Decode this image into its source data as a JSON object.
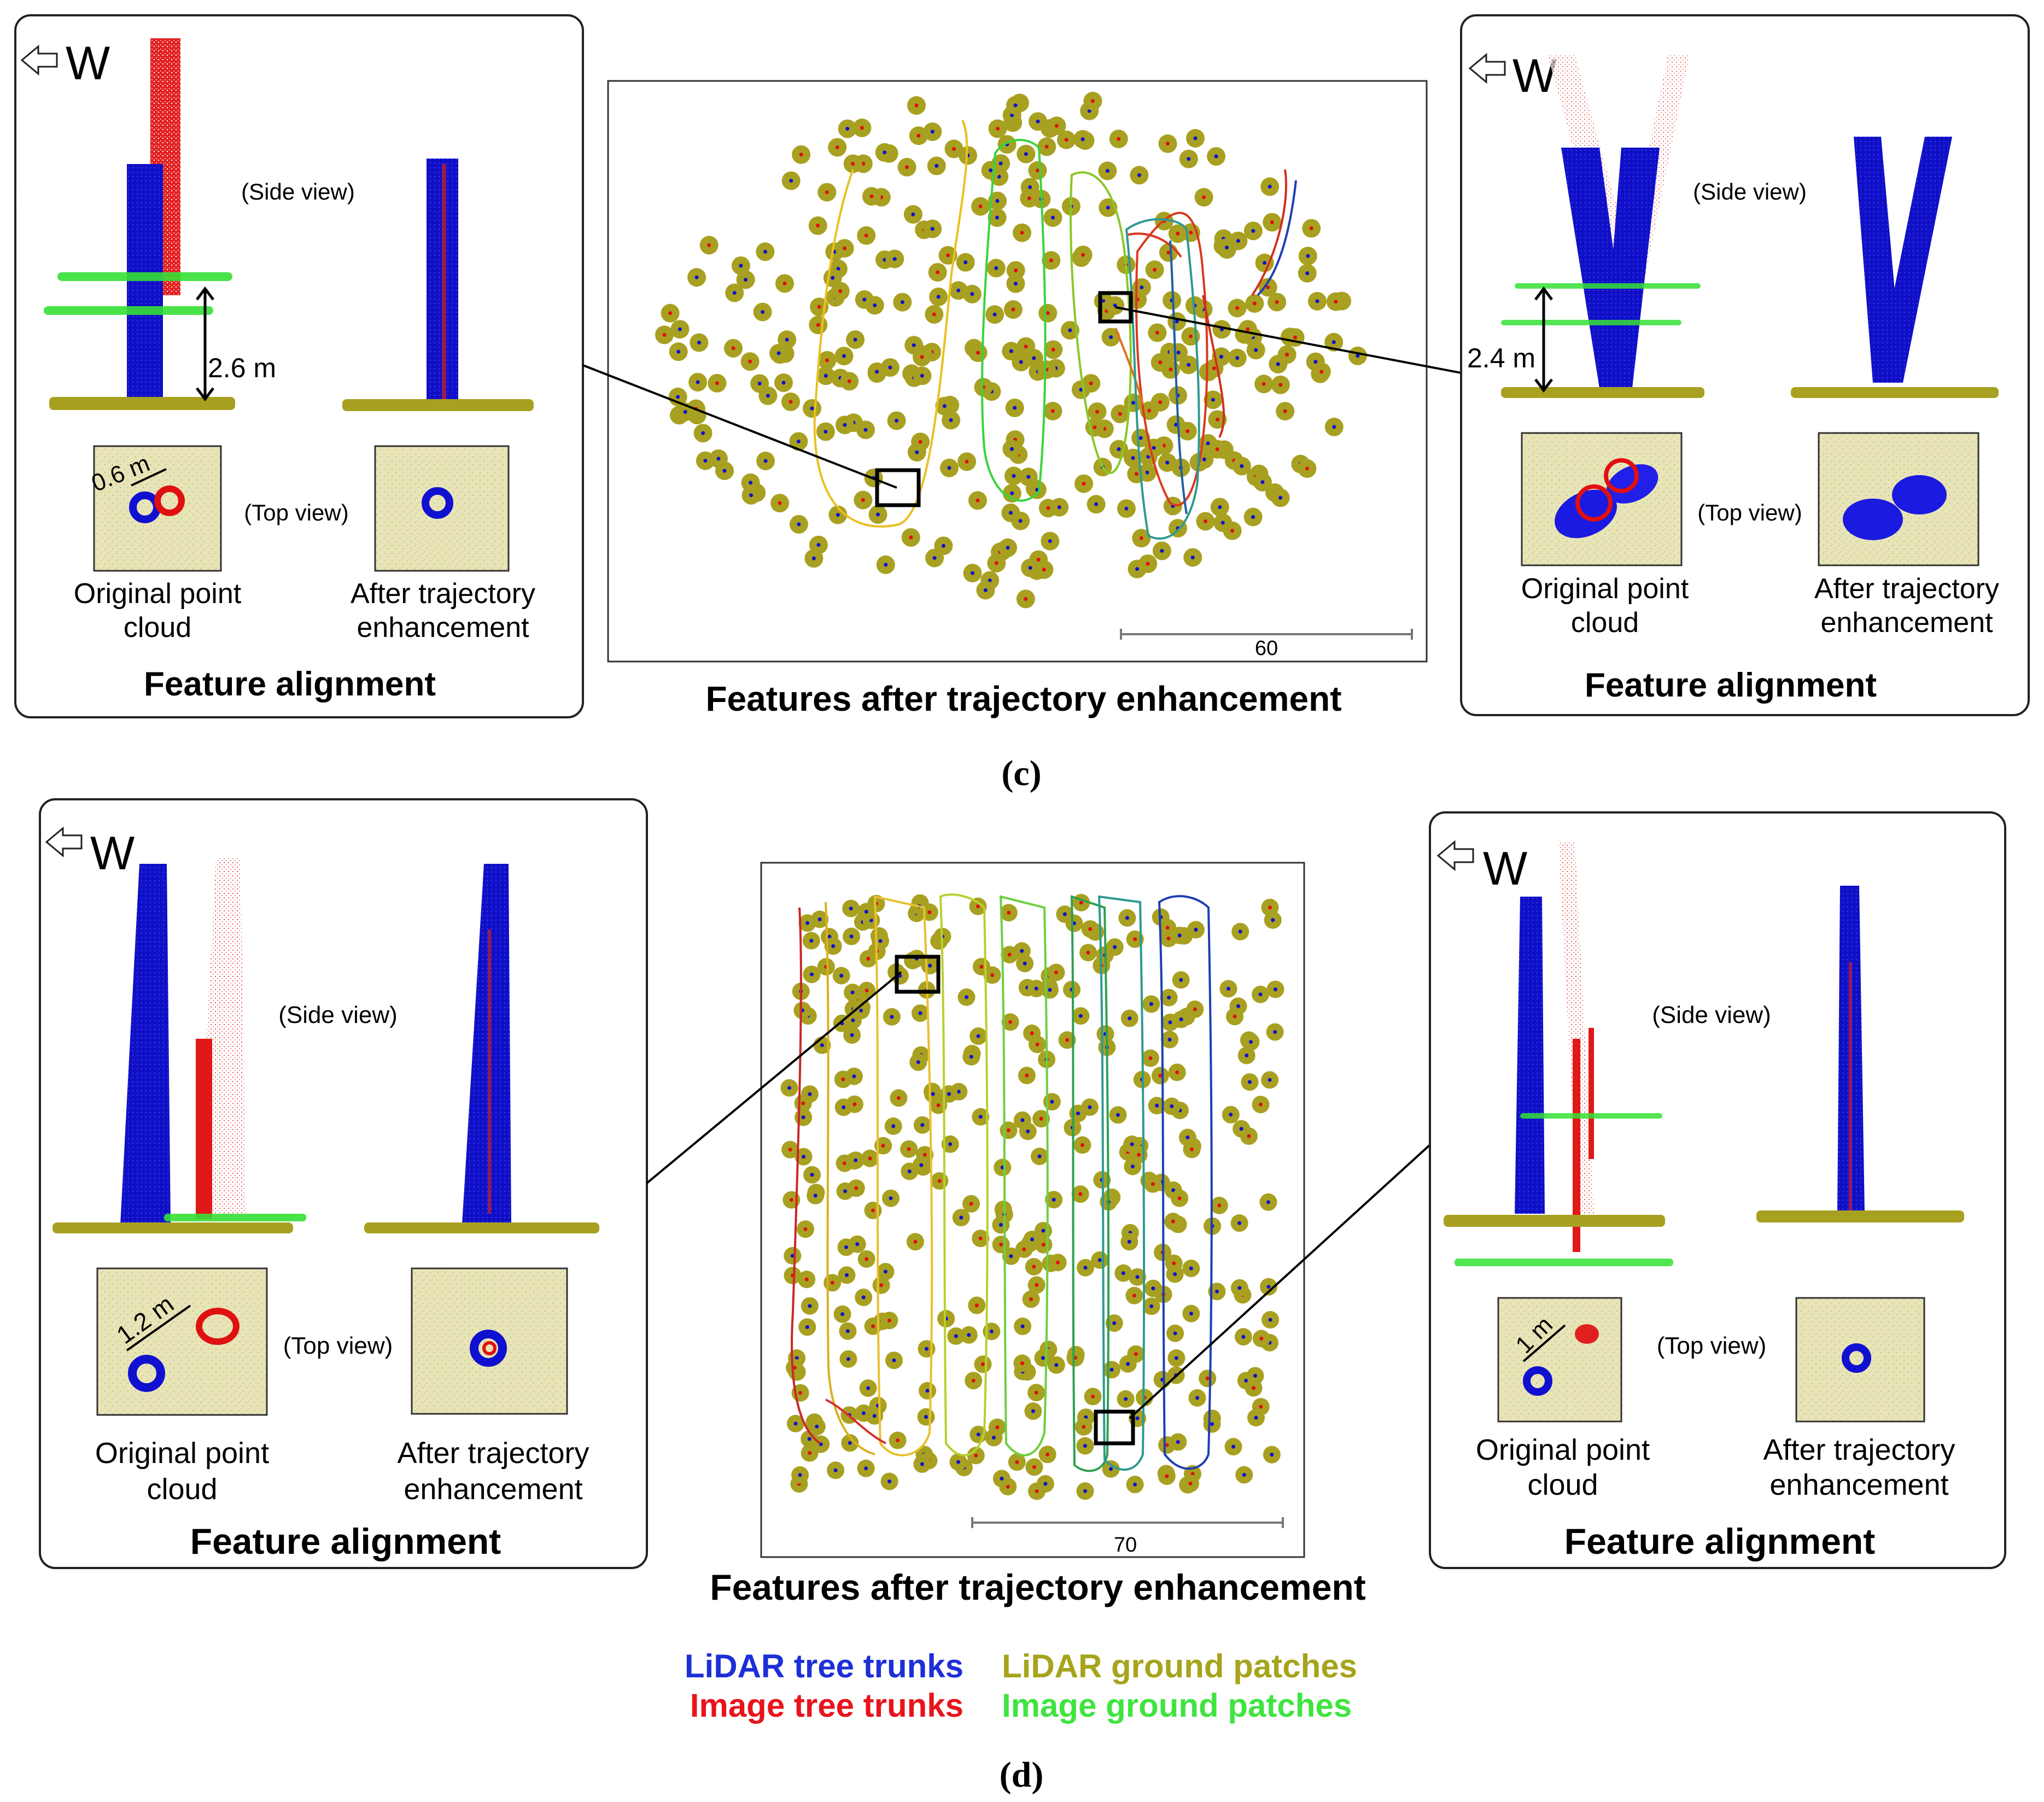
{
  "colors": {
    "lidar_trunk": "#1010d0",
    "image_trunk": "#e01010",
    "lidar_ground": "#a8a020",
    "image_ground": "#30e030",
    "lidar_trunk_text": "#1d2fd6",
    "image_trunk_text": "#e8141b",
    "lidar_ground_text": "#a6a41c",
    "image_ground_text": "#3fe43f",
    "patch_bg": "#e9e4b8",
    "scalebar": "#777777"
  },
  "compass_letter": "W",
  "side_view": "(Side view)",
  "top_view": "(Top view)",
  "original_label": [
    "Original point",
    "cloud"
  ],
  "after_label": [
    "After trajectory",
    "enhancement"
  ],
  "panel_title": "Feature alignment",
  "map_title": "Features after trajectory enhancement",
  "sections": [
    {
      "label": "(c)",
      "left_measure_side": "2.6 m",
      "left_measure_top": "0.6 m",
      "right_measure_side": "2.4 m",
      "scale": "60"
    },
    {
      "label": "(d)",
      "left_measure_top": "1.2 m",
      "right_measure_top": "1 m",
      "scale": "70"
    }
  ],
  "legend": {
    "lidar_trunks": [
      "LiDAR",
      "tree trunks"
    ],
    "image_trunks": [
      "Image",
      "tree trunks"
    ],
    "lidar_ground": [
      "LiDAR",
      "ground patches"
    ],
    "image_ground": [
      "Image",
      "ground patches"
    ]
  }
}
